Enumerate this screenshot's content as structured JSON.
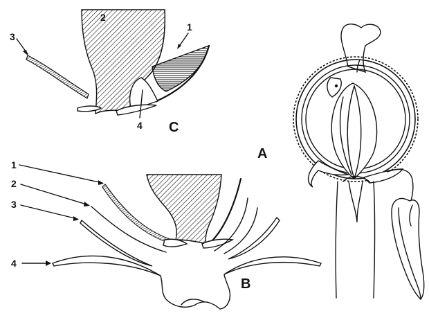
{
  "figure": {
    "panel_labels": {
      "a": "A",
      "b": "B",
      "c": "C"
    },
    "panel_c_labels": {
      "one": "1",
      "two": "2",
      "three": "3",
      "four": "4"
    },
    "panel_b_labels": {
      "one": "1",
      "two": "2",
      "three": "3",
      "four": "4"
    }
  }
}
